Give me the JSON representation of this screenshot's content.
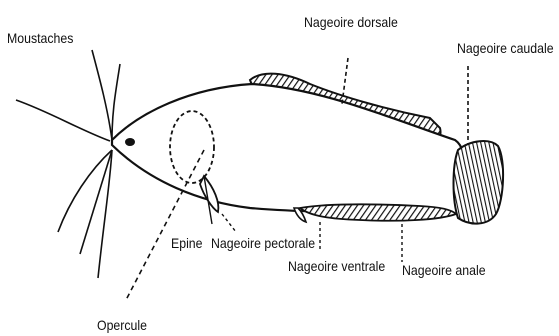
{
  "diagram": {
    "labels": {
      "moustaches": "Moustaches",
      "nageoire_dorsale": "Nageoire dorsale",
      "nageoire_caudale": "Nageoire caudale",
      "epine": "Epine",
      "nageoire_pectorale": "Nageoire pectorale",
      "nageoire_ventrale": "Nageoire ventrale",
      "nageoire_anale": "Nageoire anale",
      "opercule": "Opercule"
    },
    "colors": {
      "ink": "#111111",
      "background": "#ffffff"
    }
  }
}
